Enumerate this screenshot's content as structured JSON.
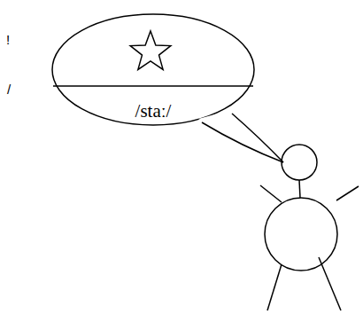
{
  "diagram": {
    "nodes": [
      {
        "text": [
          "/staː/"
        ]
      }
    ],
    "labels": [
      "!",
      "/"
    ]
  }
}
